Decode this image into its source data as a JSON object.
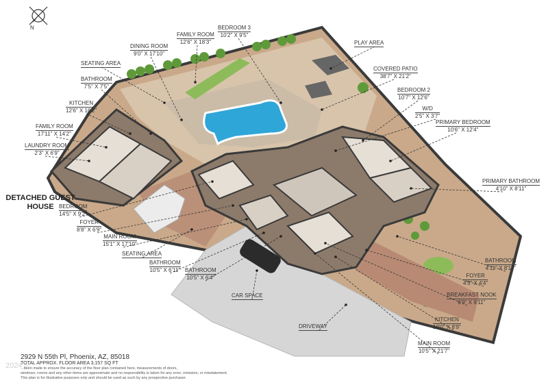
{
  "compass": {
    "north_label": "N",
    "icon": "compass-icon"
  },
  "guest_house_label": "DETACHED GUEST HOUSE",
  "rooms": [
    {
      "id": "family-room-top",
      "name": "FAMILY ROOM",
      "dim": "12'6\" x 18'3\""
    },
    {
      "id": "bedroom-3",
      "name": "BEDROOM 3",
      "dim": "10'2\" x 9'5\""
    },
    {
      "id": "dining-room",
      "name": "DINING ROOM",
      "dim": "9'0\" x 17'10\""
    },
    {
      "id": "play-area",
      "name": "PLAY AREA",
      "dim": ""
    },
    {
      "id": "seating-area-top",
      "name": "SEATING AREA",
      "dim": ""
    },
    {
      "id": "covered-patio",
      "name": "COVERED PATIO",
      "dim": "38'7\" x 21'2\""
    },
    {
      "id": "bathroom-top",
      "name": "BATHROOM",
      "dim": "7'5\" x 7'5\""
    },
    {
      "id": "bedroom-2",
      "name": "BEDROOM 2",
      "dim": "10'7\" x 12'6\""
    },
    {
      "id": "kitchen-guest",
      "name": "KITCHEN",
      "dim": "12'6\" x 16'2\""
    },
    {
      "id": "wd",
      "name": "W/D",
      "dim": "2'5\" x 3'7\""
    },
    {
      "id": "family-room-guest",
      "name": "FAMILY ROOM",
      "dim": "17'11\" x 14'2\""
    },
    {
      "id": "primary-bedroom",
      "name": "PRIMARY BEDROOM",
      "dim": "10'6\" x 12'4\""
    },
    {
      "id": "laundry-room",
      "name": "LAUNDRY ROOM",
      "dim": "2'3\" x 6'9\""
    },
    {
      "id": "primary-bathroom",
      "name": "PRIMARY BATHROOM",
      "dim": "4'10\" x 8'11\""
    },
    {
      "id": "bedroom-guest",
      "name": "BEDROOM",
      "dim": "14'5\" x 9'2\""
    },
    {
      "id": "foyer-guest",
      "name": "FOYER",
      "dim": "8'8\" x 6'9\""
    },
    {
      "id": "main-room-guest",
      "name": "MAIN ROOM",
      "dim": "15'1\" x 17'10\""
    },
    {
      "id": "seating-area-bottom",
      "name": "SEATING AREA",
      "dim": ""
    },
    {
      "id": "bathroom-guest",
      "name": "BATHROOM",
      "dim": "10'5\" x 6'11\""
    },
    {
      "id": "bathroom-mid",
      "name": "BATHROOM",
      "dim": "10'5\" x 6'4\""
    },
    {
      "id": "bathroom-right",
      "name": "BATHROOM",
      "dim": "4'11\" x 8'11\""
    },
    {
      "id": "foyer-main",
      "name": "FOYER",
      "dim": "4'5\" x 4'4\""
    },
    {
      "id": "breakfast-nook",
      "name": "BREAKFAST NOOK",
      "dim": "6'9\" x 9'11\""
    },
    {
      "id": "car-space",
      "name": "CAR SPACE",
      "dim": ""
    },
    {
      "id": "kitchen-main",
      "name": "KITCHEN",
      "dim": "10'0\" x 8'9\""
    },
    {
      "id": "driveway",
      "name": "DRIVEWAY",
      "dim": ""
    },
    {
      "id": "main-room-main",
      "name": "MAIN ROOM",
      "dim": "10'5\" x 21'7\""
    }
  ],
  "footer": {
    "address": "2929 N 55th Pl, Phoenix, AZ, 85018",
    "total_area": "TOTAL APPROX. FLOOR AREA 3,157 SQ FT",
    "disclaimer_line1": "...been made to ensure the accuracy of the floor plan contained here, measurements of doors,",
    "disclaimer_line2": "windows, rooms and any other items are approximate and no responsibility is taken for any error, omission, or misstatement.",
    "disclaimer_line3": "This plan is for illustrative purposes only and should be used as such by any prospective purchaser.",
    "copyright": "2024 ©"
  },
  "colors": {
    "landscape": "#c9a98a",
    "wall": "#3a3a3a",
    "pool": "#2fa6d8",
    "lawn": "#8dbb5a",
    "hedge": "#5f9a3a",
    "floor": "#e6dfd6",
    "interior_floor": "#8c7a6a",
    "drive": "#d6d6d6"
  }
}
